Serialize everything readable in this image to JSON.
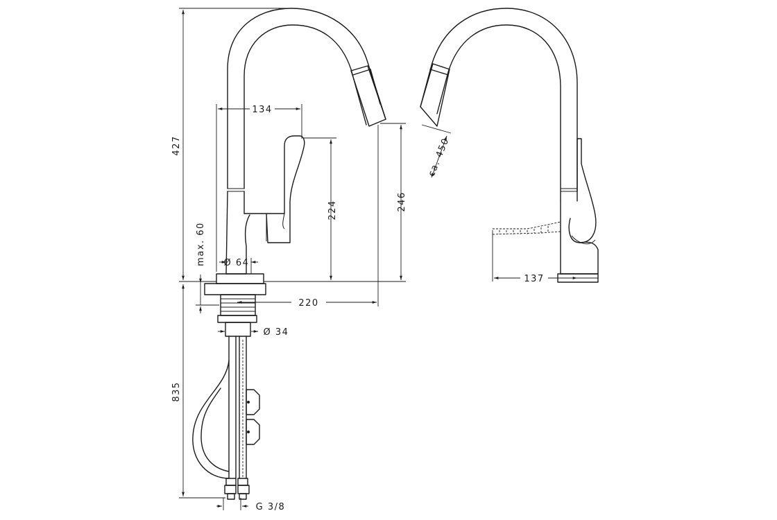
{
  "dimensions": {
    "height_total": "427",
    "height_spout": "246",
    "height_lever": "224",
    "reach_spout": "220",
    "lever_offset": "134",
    "base_diameter": "Ø 64",
    "max_deck": "max. 60",
    "shank_diameter": "Ø 34",
    "hose_length": "835",
    "connection": "G 3/8",
    "pullout": "ca. 450",
    "side_depth": "137"
  }
}
